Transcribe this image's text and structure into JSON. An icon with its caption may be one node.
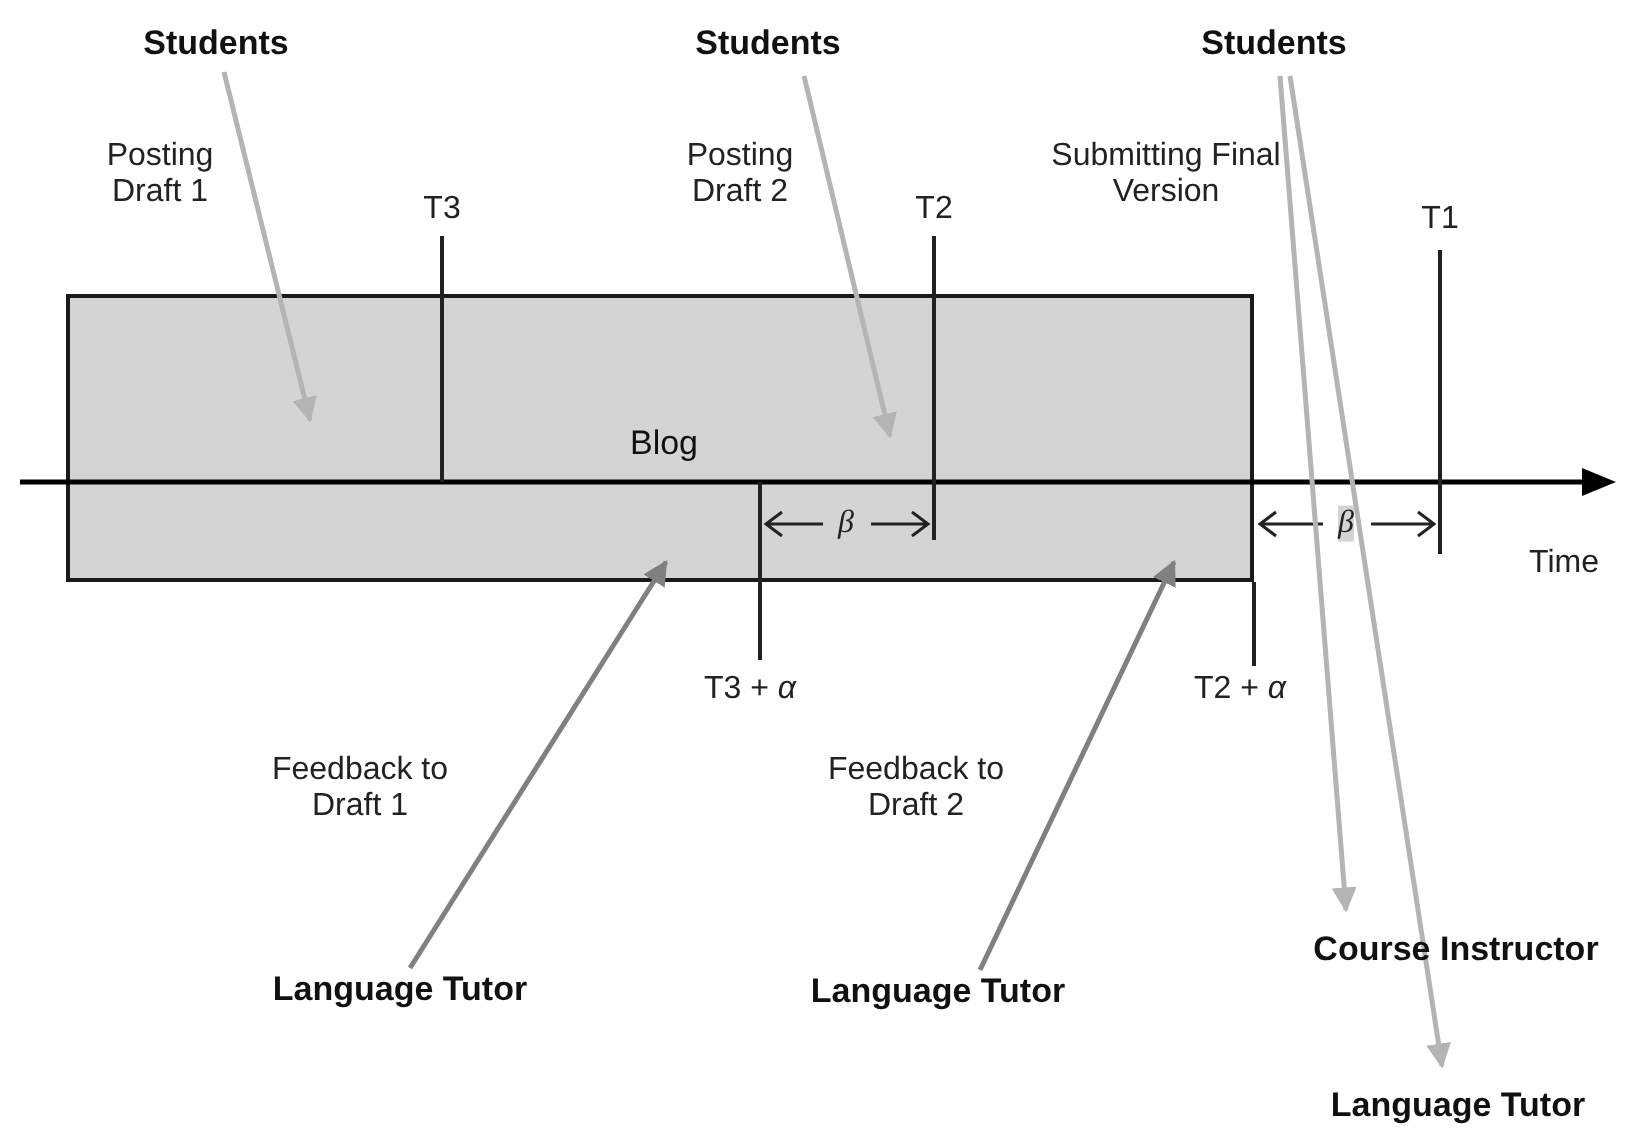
{
  "diagram": {
    "nodes": [
      {
        "text": [
          "Blog"
        ]
      },
      {
        "text": [
          "Students"
        ]
      },
      {
        "text": [
          "Students"
        ]
      },
      {
        "text": [
          "Students"
        ]
      },
      {
        "text": [
          "Language Tutor"
        ]
      },
      {
        "text": [
          "Language Tutor"
        ]
      },
      {
        "text": [
          "Course Instructor"
        ]
      },
      {
        "text": [
          "Language Tutor"
        ]
      }
    ],
    "edges": [
      {
        "from": 1,
        "to": 0,
        "arrow": "to"
      },
      {
        "from": 2,
        "to": 0,
        "arrow": "to"
      },
      {
        "from": 3,
        "to": 6,
        "arrow": "to"
      },
      {
        "from": 3,
        "to": 7,
        "arrow": "to"
      },
      {
        "from": 4,
        "to": 0,
        "arrow": "to",
        "color": "#808080"
      },
      {
        "from": 5,
        "to": 0,
        "arrow": "to",
        "color": "#808080"
      }
    ],
    "labels": [
      "Posting Draft 1",
      "T3",
      "Posting Draft 2",
      "T2",
      "Submitting Final Version",
      "T1",
      "β",
      "β",
      "Time",
      "T3 + *α*",
      "T2 + *α*",
      "Feedback to Draft 1",
      "Feedback to Draft 2"
    ]
  }
}
